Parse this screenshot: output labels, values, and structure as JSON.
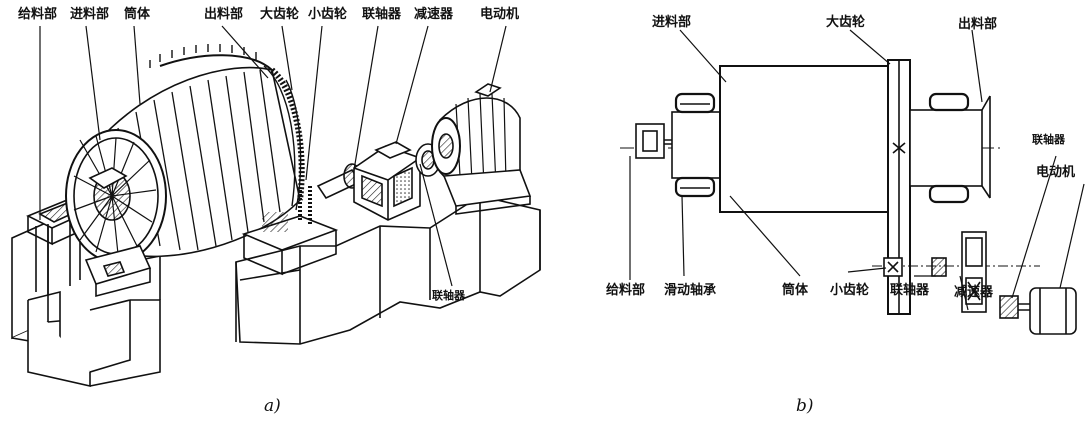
{
  "panel_a": {
    "caption": "a)",
    "labels": {
      "feed_section": "给料部",
      "inlet_section": "进料部",
      "barrel": "筒体",
      "discharge_section": "出料部",
      "large_gear": "大齿轮",
      "small_gear": "小齿轮",
      "coupling": "联轴器",
      "reducer": "减速器",
      "motor": "电动机",
      "coupling_lower": "联轴器"
    }
  },
  "panel_b": {
    "caption": "b)",
    "labels": {
      "inlet_section": "进料部",
      "large_gear": "大齿轮",
      "discharge_section": "出料部",
      "coupling_right": "联轴器",
      "motor": "电动机",
      "feed_section": "给料部",
      "sliding_bearing": "滑动轴承",
      "barrel": "筒体",
      "small_gear": "小齿轮",
      "coupling": "联轴器",
      "reducer": "减速器"
    }
  }
}
